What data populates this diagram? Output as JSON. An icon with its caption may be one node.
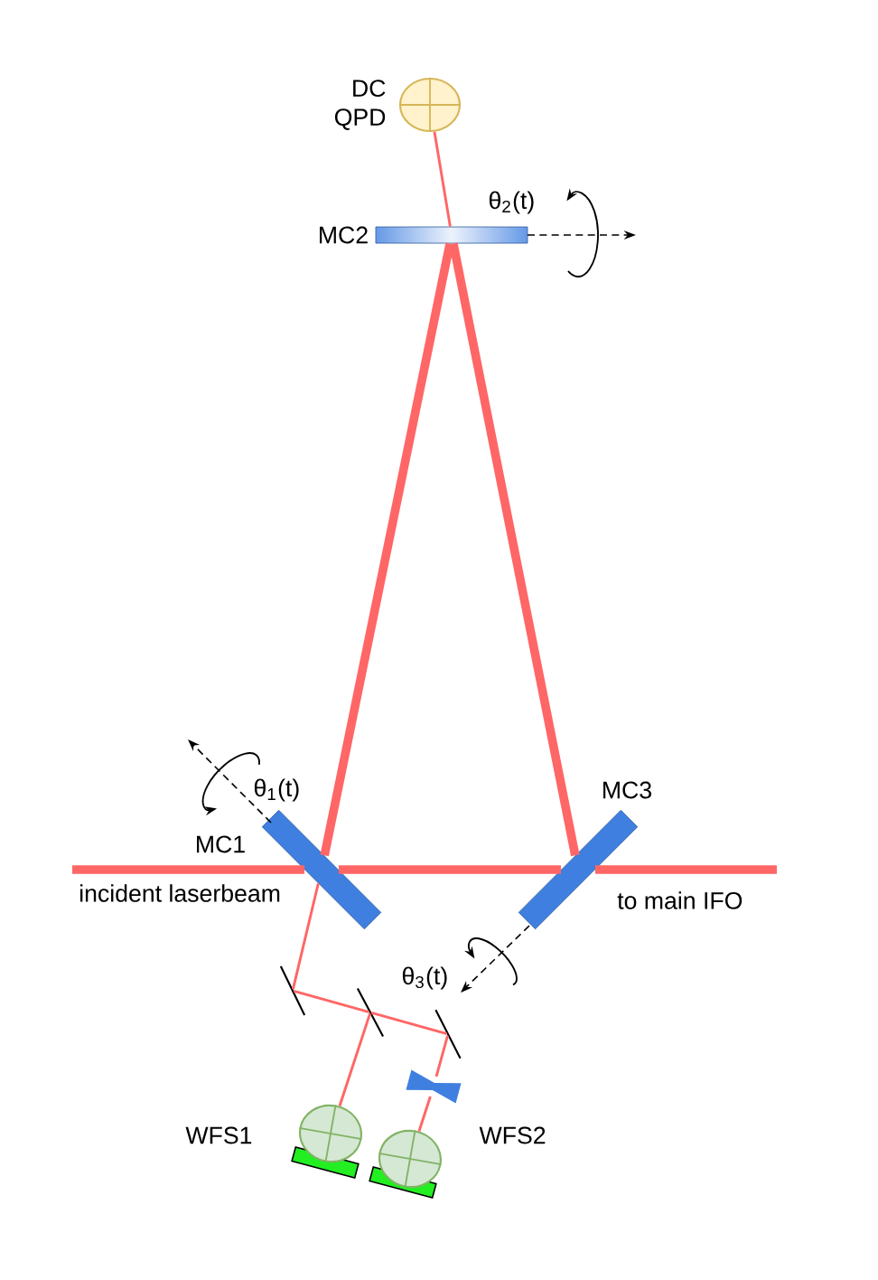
{
  "diagram": {
    "nodes": [
      {
        "text": [
          "DC QPD"
        ]
      },
      {
        "text": [
          "MC2"
        ],
        "beside": [
          "θ$_{2}$(t)"
        ]
      },
      {
        "text": [
          "MC1"
        ],
        "beside": [
          "θ$_{1}$(t)"
        ]
      },
      {
        "text": [
          "MC3"
        ]
      },
      {
        "text": [],
        "shape": "bar"
      },
      {
        "text": [],
        "shape": "bar"
      },
      {
        "text": [],
        "shape": "bar"
      },
      {
        "text": [],
        "shape": "lens"
      },
      {
        "text": [
          "WFS1"
        ]
      },
      {
        "text": [
          "WFS2"
        ]
      }
    ],
    "edges": [
      {
        "from": null,
        "to": 2,
        "arrow": "none",
        "style": "thick",
        "label": "incident laserbeam"
      },
      {
        "from": 2,
        "to": 1,
        "arrow": "none",
        "style": "thick"
      },
      {
        "from": 1,
        "to": 3,
        "arrow": "none",
        "style": "thick"
      },
      {
        "from": 3,
        "to": 2,
        "arrow": "none",
        "style": "thick"
      },
      {
        "from": 3,
        "to": null,
        "arrow": "none",
        "style": "thick",
        "label": "to main IFO"
      },
      {
        "from": 1,
        "to": 0,
        "arrow": "none"
      },
      {
        "from": 2,
        "to": 4,
        "arrow": "none"
      },
      {
        "from": 4,
        "to": 5,
        "arrow": "none"
      },
      {
        "from": 5,
        "to": 6,
        "arrow": "none"
      },
      {
        "from": 5,
        "to": 8,
        "arrow": "none"
      },
      {
        "from": 6,
        "to": 7,
        "arrow": "none"
      },
      {
        "from": 7,
        "to": 9,
        "arrow": "none"
      }
    ],
    "labels": [
      "θ$_{3}$(t)"
    ]
  }
}
